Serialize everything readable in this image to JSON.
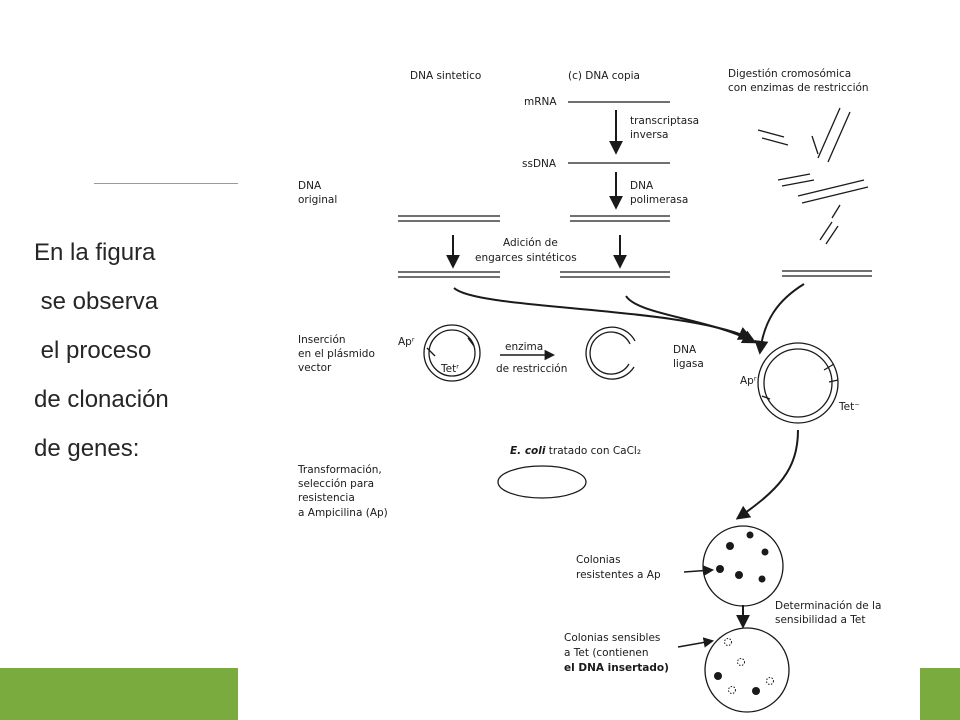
{
  "slide": {
    "text_lines": [
      "En la figura",
      " se observa",
      " el proceso",
      "de clonación",
      "de genes:"
    ]
  },
  "figure": {
    "dna_sintetico": "DNA sintetico",
    "dna_copia": "(c) DNA copia",
    "digestion_l1": "Digestión cromosómica",
    "digestion_l2": "con enzimas de restricción",
    "mrna": "mRNA",
    "transcriptasa_l1": "transcriptasa",
    "transcriptasa_l2": "inversa",
    "ssdna": "ssDNA",
    "dna_pol_l1": "DNA",
    "dna_pol_l2": "polimerasa",
    "dna_original_l1": "DNA",
    "dna_original_l2": "original",
    "adicion_l1": "Adición de",
    "adicion_l2": "engarces sintéticos",
    "insercion_l1": "Inserción",
    "insercion_l2": "en el plásmido",
    "insercion_l3": "vector",
    "ap_r": "Apʳ",
    "tet_r": "Tetʳ",
    "enzima_l1": "enzima",
    "enzima_l2": "de restricción",
    "ligasa_l1": "DNA",
    "ligasa_l2": "ligasa",
    "ap_r2": "Apʳ",
    "tet_minus": "Tet⁻",
    "ecoli_italic": "E. coli",
    "ecoli_rest": " tratado con CaCl₂",
    "transf_l1": "Transformación,",
    "transf_l2": "selección para",
    "transf_l3": "resistencia",
    "transf_l4": "a Ampicilina (Ap)",
    "colonias_r_l1": "Colonias",
    "colonias_r_l2": "resistentes a Ap",
    "determ_l1": "Determinación de la",
    "determ_l2": "sensibilidad a Tet",
    "colonias_s_l1": "Colonias sensibles",
    "colonias_s_l2": "a Tet (contienen",
    "colonias_s_l3": "el DNA insertado)"
  },
  "colors": {
    "green_bar": "#7aab3f",
    "text": "#262626",
    "ink": "#1a1a1a"
  }
}
